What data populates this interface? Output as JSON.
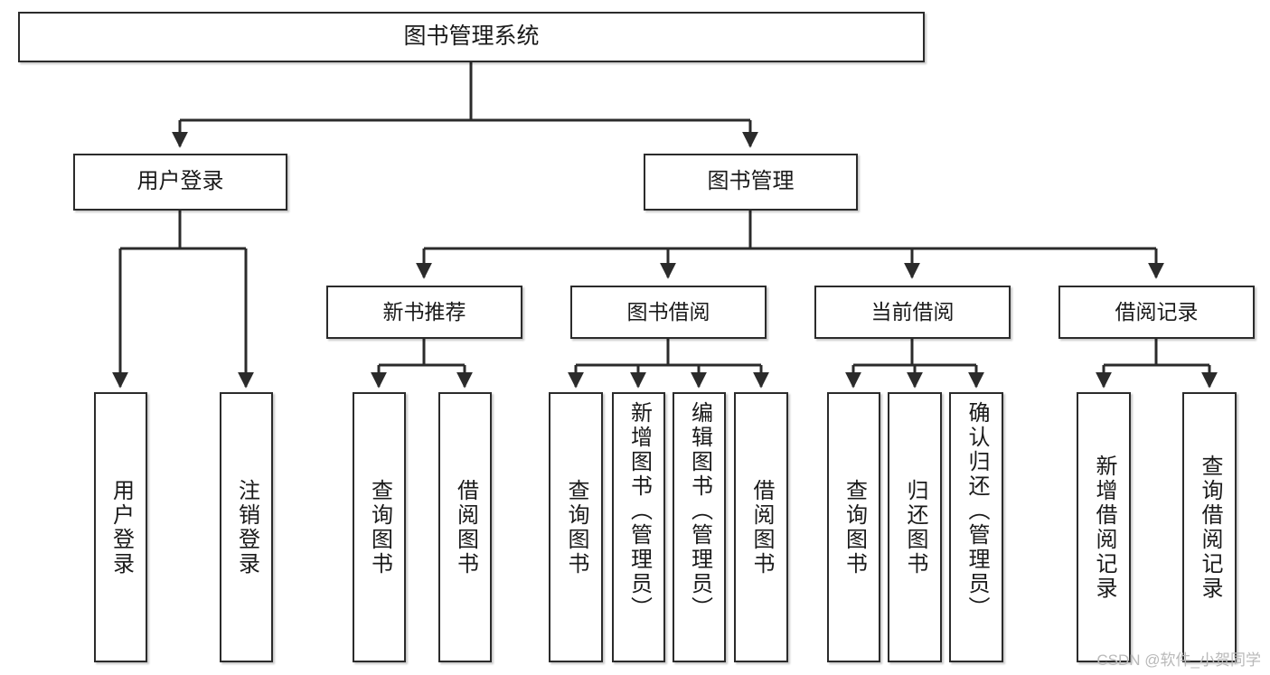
{
  "diagram": {
    "type": "tree-hierarchy-chart",
    "title": "图书管理系统",
    "stroke_color": "#2b2b2b",
    "fill_color": "#ffffff",
    "text_color": "#1a1a1a",
    "levels": {
      "root": {
        "label": "图书管理系统"
      },
      "level2": [
        {
          "label": "用户登录"
        },
        {
          "label": "图书管理"
        }
      ],
      "level3": [
        {
          "label": "新书推荐"
        },
        {
          "label": "图书借阅"
        },
        {
          "label": "当前借阅"
        },
        {
          "label": "借阅记录"
        }
      ],
      "leaves": [
        {
          "label": "用户登录",
          "parent": "用户登录"
        },
        {
          "label": "注销登录",
          "parent": "用户登录"
        },
        {
          "label": "查询图书",
          "parent": "新书推荐"
        },
        {
          "label": "借阅图书",
          "parent": "新书推荐"
        },
        {
          "label": "查询图书",
          "parent": "图书借阅"
        },
        {
          "label": "新增图书（管理员）",
          "parent": "图书借阅"
        },
        {
          "label": "编辑图书（管理员）",
          "parent": "图书借阅"
        },
        {
          "label": "借阅图书",
          "parent": "图书借阅"
        },
        {
          "label": "查询图书",
          "parent": "当前借阅"
        },
        {
          "label": "归还图书",
          "parent": "当前借阅"
        },
        {
          "label": "确认归还（管理员）",
          "parent": "当前借阅"
        },
        {
          "label": "新增借阅记录",
          "parent": "借阅记录"
        },
        {
          "label": "查询借阅记录",
          "parent": "借阅记录"
        }
      ]
    }
  },
  "watermark": {
    "text": "CSDN @软件_小贺同学"
  }
}
